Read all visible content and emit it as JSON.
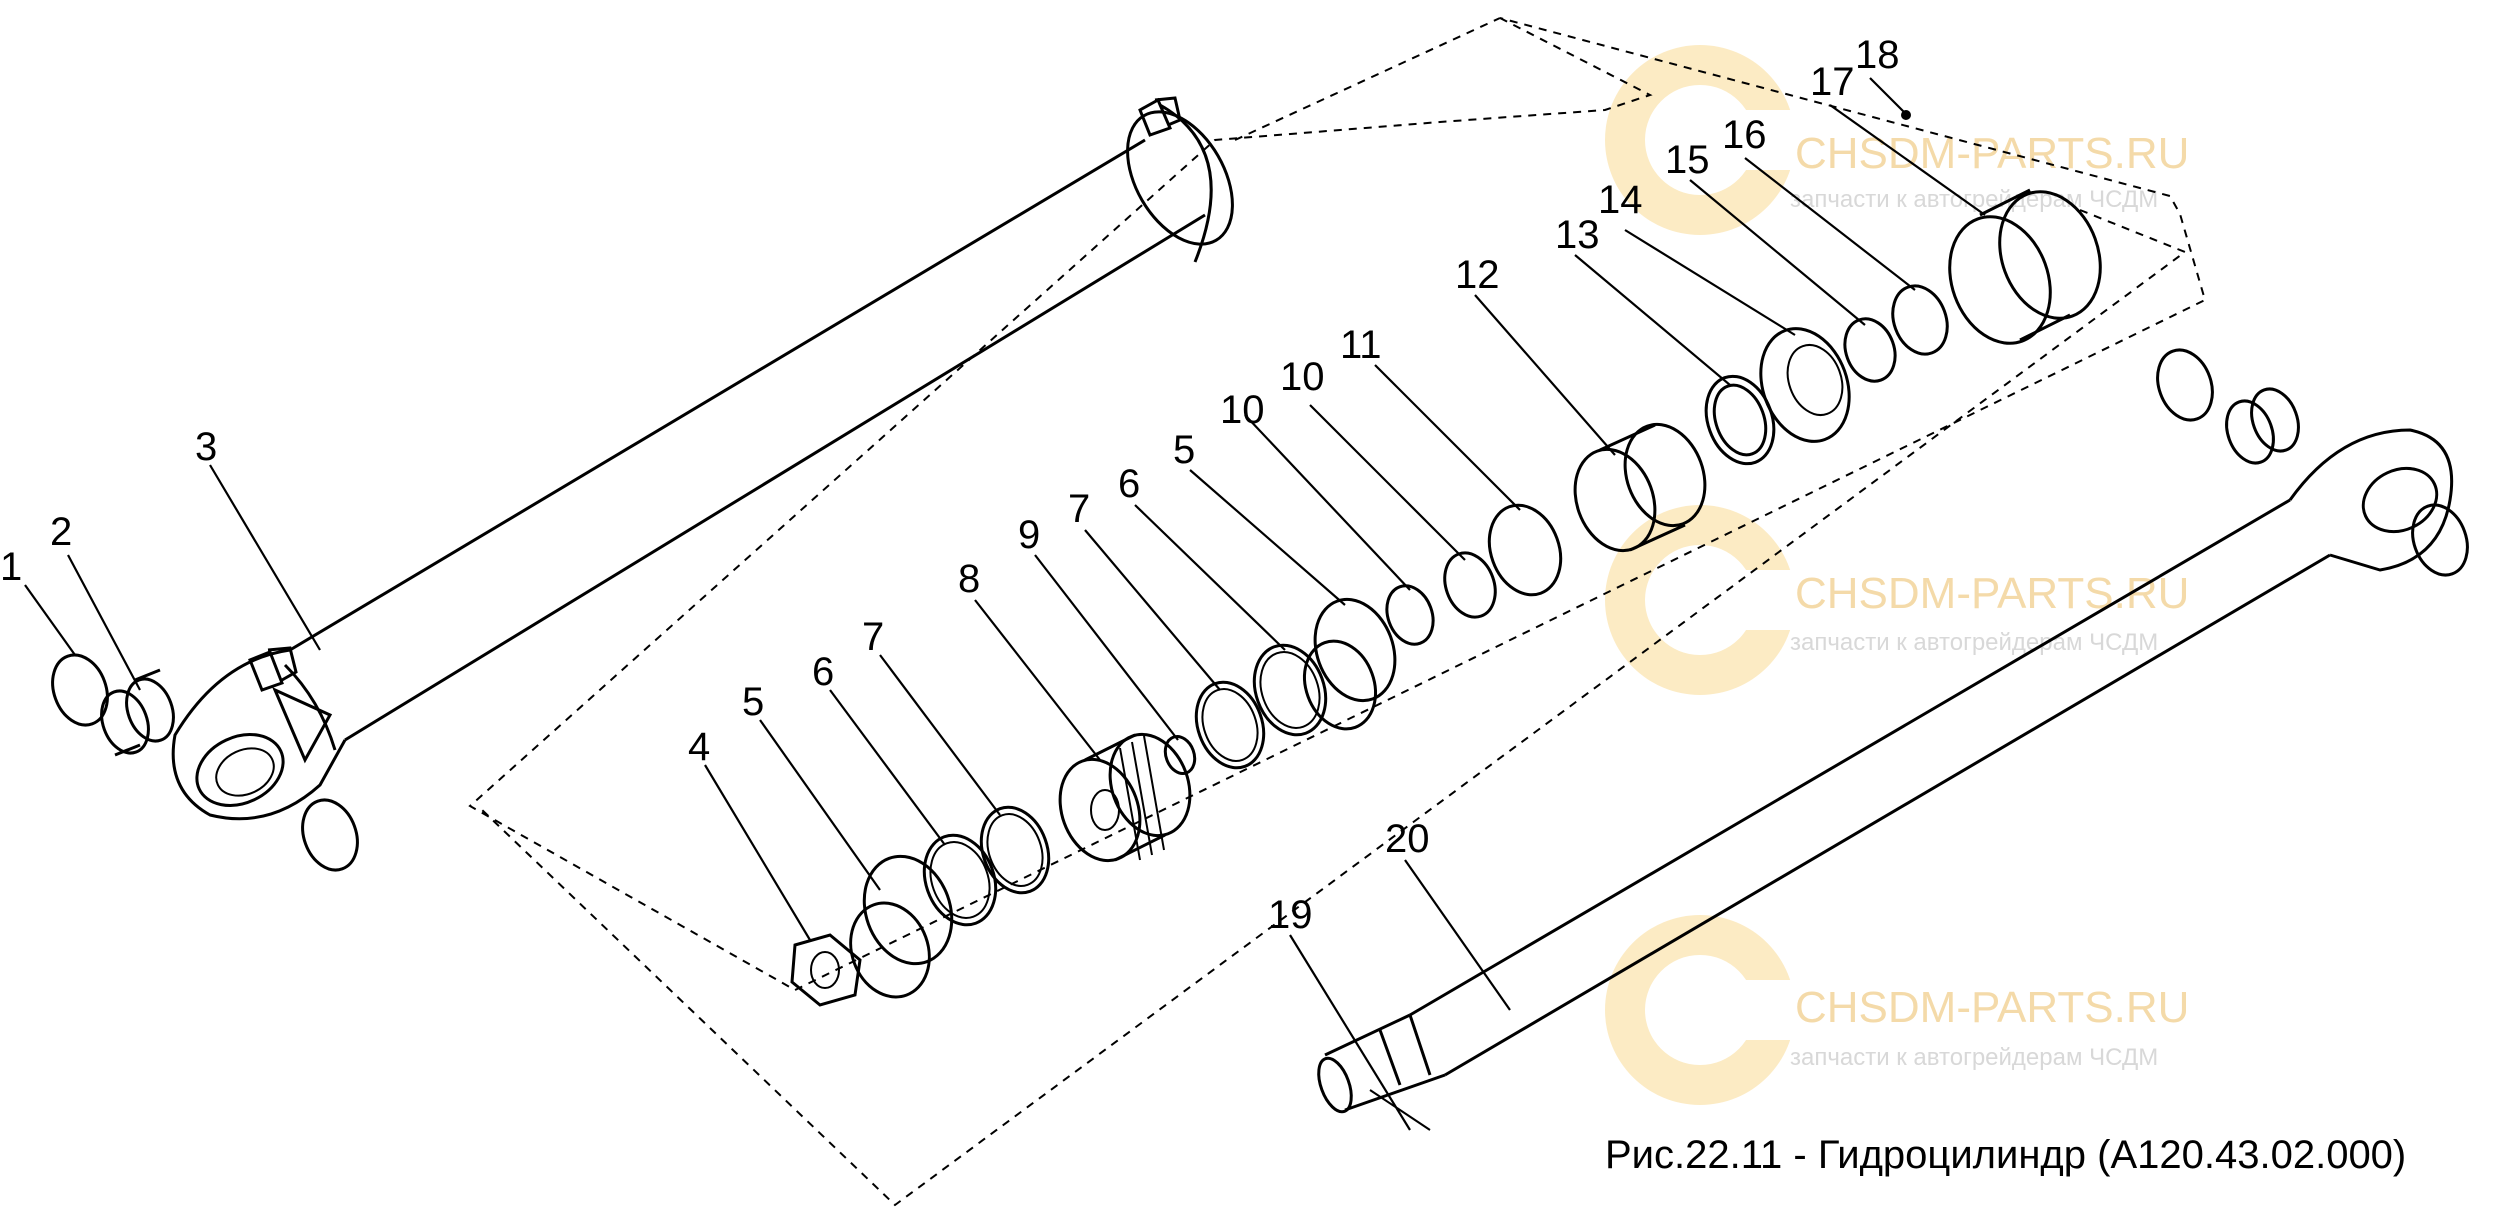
{
  "caption": "Рис.22.11 - Гидроцилиндр (А120.43.02.000)",
  "watermark": {
    "brand": "CHSDM-PARTS.RU",
    "tagline": "запчасти к автогрейдерам ЧСДМ",
    "color": "#f6a800"
  },
  "callouts": [
    "1",
    "2",
    "3",
    "4",
    "5",
    "6",
    "7",
    "8",
    "9",
    "7",
    "6",
    "5",
    "10",
    "10",
    "11",
    "12",
    "13",
    "14",
    "15",
    "16",
    "17",
    "18",
    "19",
    "20"
  ],
  "colors": {
    "ink": "#000000",
    "highlight": "#f6a800"
  }
}
